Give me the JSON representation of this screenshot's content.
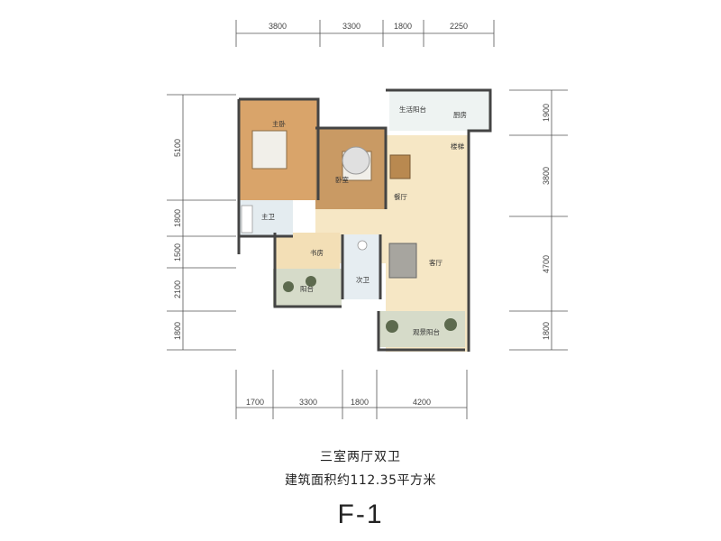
{
  "dimensions": {
    "top": [
      "3800",
      "3300",
      "1800",
      "2250"
    ],
    "bottom": [
      "1700",
      "3300",
      "1800",
      "4200"
    ],
    "left": [
      "5100",
      "1800",
      "1500",
      "2100",
      "1800"
    ],
    "right": [
      "1900",
      "3800",
      "4700",
      "1800"
    ]
  },
  "rooms": {
    "master_bedroom": "主卧",
    "secondary_bedroom": "卧室",
    "study": "书房",
    "master_bath": "主卫",
    "guest_bath": "次卫",
    "kitchen": "厨房",
    "service_balcony": "生活阳台",
    "dining": "餐厅",
    "living": "客厅",
    "stairs": "楼梯",
    "balcony": "阳台",
    "view_balcony": "观景阳台"
  },
  "caption": {
    "layout": "三室两厅双卫",
    "area": "建筑面积约112.35平方米",
    "unit": "F-1"
  }
}
